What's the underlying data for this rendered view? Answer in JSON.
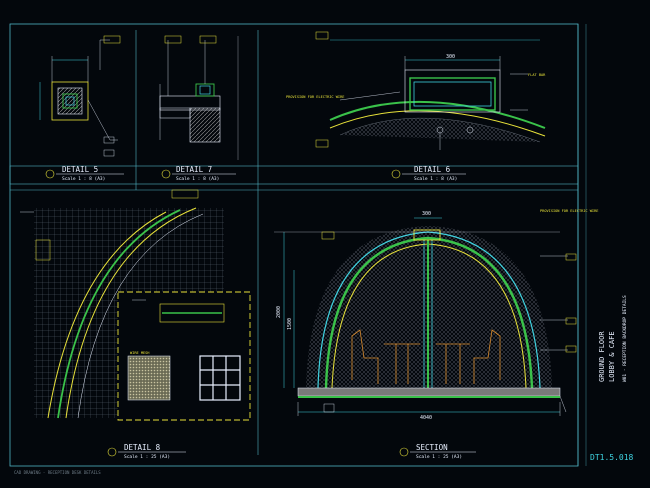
{
  "drawing": {
    "sheet_number": "DT1.5.018",
    "footer_note": "CAD DRAWING - RECEPTION DESK DETAILS",
    "colors": {
      "background": "#03070c",
      "frame": "#4fb3c4",
      "text": "#e8f0ff",
      "yellow": "#e8e23a",
      "cyan": "#3fd2e0",
      "green": "#3ac24a",
      "orange": "#d98a2b",
      "hatch": "#8a8a8a"
    }
  },
  "details": {
    "d5": {
      "title": "DETAIL 5",
      "scale": "Scale 1 : 8 (A3)"
    },
    "d7": {
      "title": "DETAIL 7",
      "scale": "Scale 1 : 8 (A3)"
    },
    "d6": {
      "title": "DETAIL 6",
      "scale": "Scale 1 : 8 (A3)"
    },
    "d8": {
      "title": "DETAIL 8",
      "scale": "Scale 1 : 25 (A3)"
    },
    "section": {
      "title": "SECTION",
      "scale": "Scale 1 : 25 (A3)"
    }
  },
  "dimensions": {
    "d6_width": "300",
    "section_top": "300",
    "section_width": "4040",
    "section_height_a": "2000",
    "section_height_b": "1500"
  },
  "title_block": {
    "line1": "GROUND FLOOR",
    "line2": "LOBBY & CAFE",
    "line3": "W01 - RECEPTION BACKDROP DETAILS"
  },
  "notes": {
    "provision": "PROVISION FOR ELECTRIC WIRE",
    "flat_bar": "FLAT BAR",
    "mesh": "WIRE MESH"
  }
}
